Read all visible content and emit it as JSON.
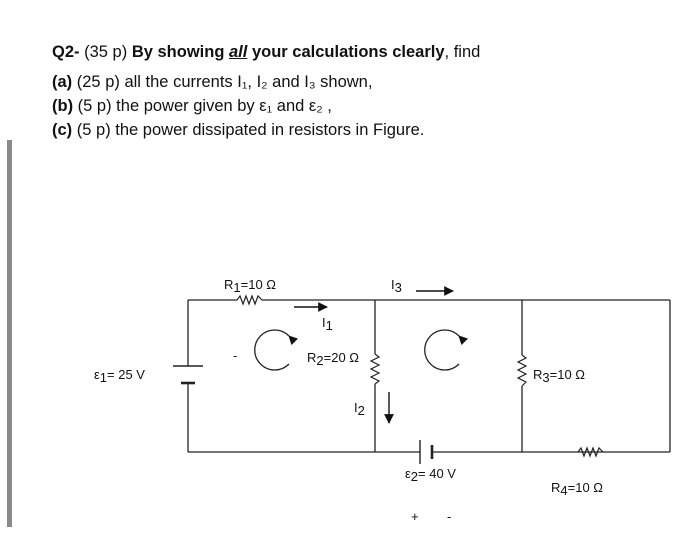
{
  "question": {
    "number": "Q2-",
    "points": "(35 p)",
    "instruction_bold": "By showing",
    "instruction_emph": "all",
    "instruction_rest": "your calculations clearly",
    "instruction_tail": ", find",
    "parts": [
      {
        "label": "(a)",
        "text": "(25 p) all  the currents I₁, I₂ and I₃ shown,"
      },
      {
        "label": "(b)",
        "text": "(5 p) the power given by ε₁ and  ε₂ ,"
      },
      {
        "label": "(c)",
        "text": "(5 p) the power dissipated in  resistors in Figure."
      }
    ]
  },
  "circuit": {
    "r1": {
      "prefix": "R",
      "sub": "1",
      "value": "=10 Ω"
    },
    "r2": {
      "prefix": "R",
      "sub": "2",
      "value": "=20 Ω"
    },
    "r3": {
      "prefix": "R",
      "sub": "3",
      "value": "=10 Ω"
    },
    "r4": {
      "prefix": "R",
      "sub": "4",
      "value": "=10 Ω"
    },
    "e1": {
      "prefix": "ε",
      "sub": "1",
      "value": "= 25 V"
    },
    "e2": {
      "prefix": "ε",
      "sub": "2",
      "value": "= 40 V"
    },
    "i1": {
      "prefix": "I",
      "sub": "1"
    },
    "i2": {
      "prefix": "I",
      "sub": "2"
    },
    "i3": {
      "prefix": "I",
      "sub": "3"
    },
    "e1_minus": "-",
    "e2_plus": "+",
    "e2_minus": "-"
  }
}
